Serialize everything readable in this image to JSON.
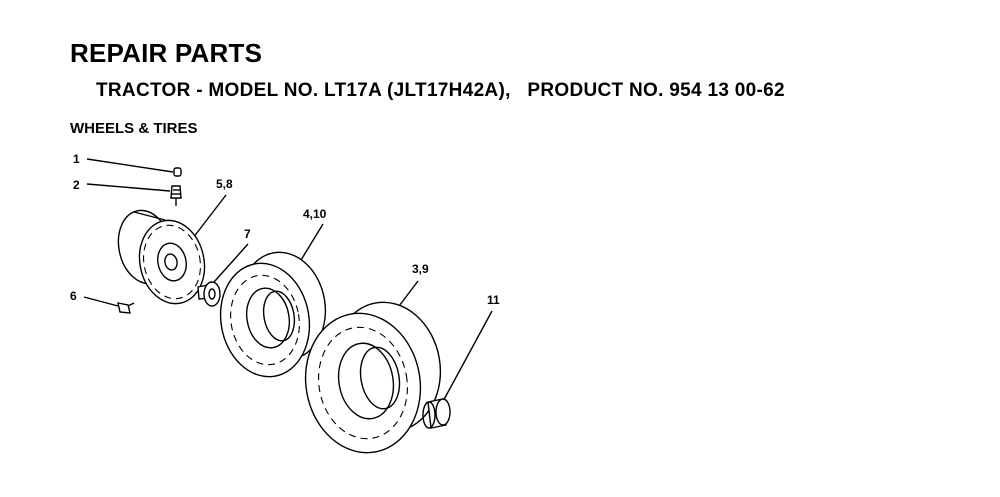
{
  "header": {
    "title": "REPAIR PARTS",
    "subtitle": "TRACTOR - MODEL NO. LT17A (JLT17H42A),   PRODUCT NO. 954 13 00-62",
    "section": "WHEELS & TIRES"
  },
  "callouts": {
    "c1": "1",
    "c2": "2",
    "c58": "5,8",
    "c7": "7",
    "c410": "4,10",
    "c39": "3,9",
    "c6": "6",
    "c11": "11"
  }
}
